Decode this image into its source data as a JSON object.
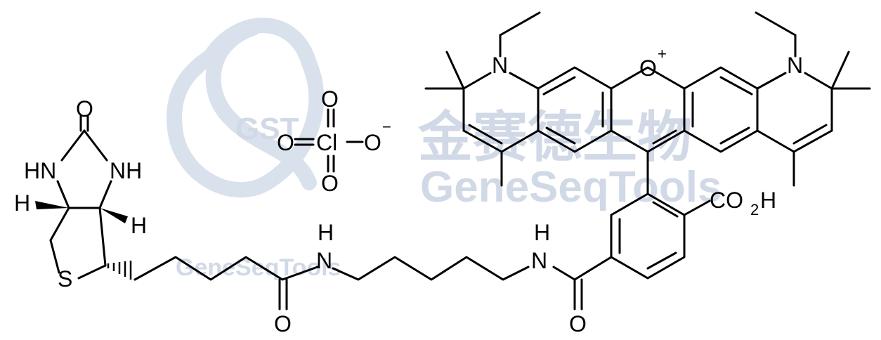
{
  "watermark": {
    "logo_letters": "GST",
    "chinese_name": "金赛德生物",
    "brand": "GeneSeqTools",
    "brand_small": "GeneSeqTools"
  },
  "labels": {
    "carbonyl_o_top": "O",
    "hn_left": "HN",
    "nh_right": "NH",
    "h_left": "H",
    "h_right": "H",
    "sulfur": "S",
    "amide1_h": "H",
    "amide1_n": "N",
    "amide1_o": "O",
    "amide2_h": "H",
    "amide2_n": "N",
    "amide2_o": "O",
    "perchlorate_o_top": "O",
    "perchlorate_o_left": "O",
    "perchlorate_cl": "Cl",
    "perchlorate_o_right": "O",
    "perchlorate_charge": "−",
    "perchlorate_o_bottom": "O",
    "n_left": "N",
    "n_right": "N",
    "oxonium_o": "O",
    "oxonium_charge": "+",
    "co2h_co": "CO",
    "co2h_sub": "2",
    "co2h_h": "H"
  }
}
